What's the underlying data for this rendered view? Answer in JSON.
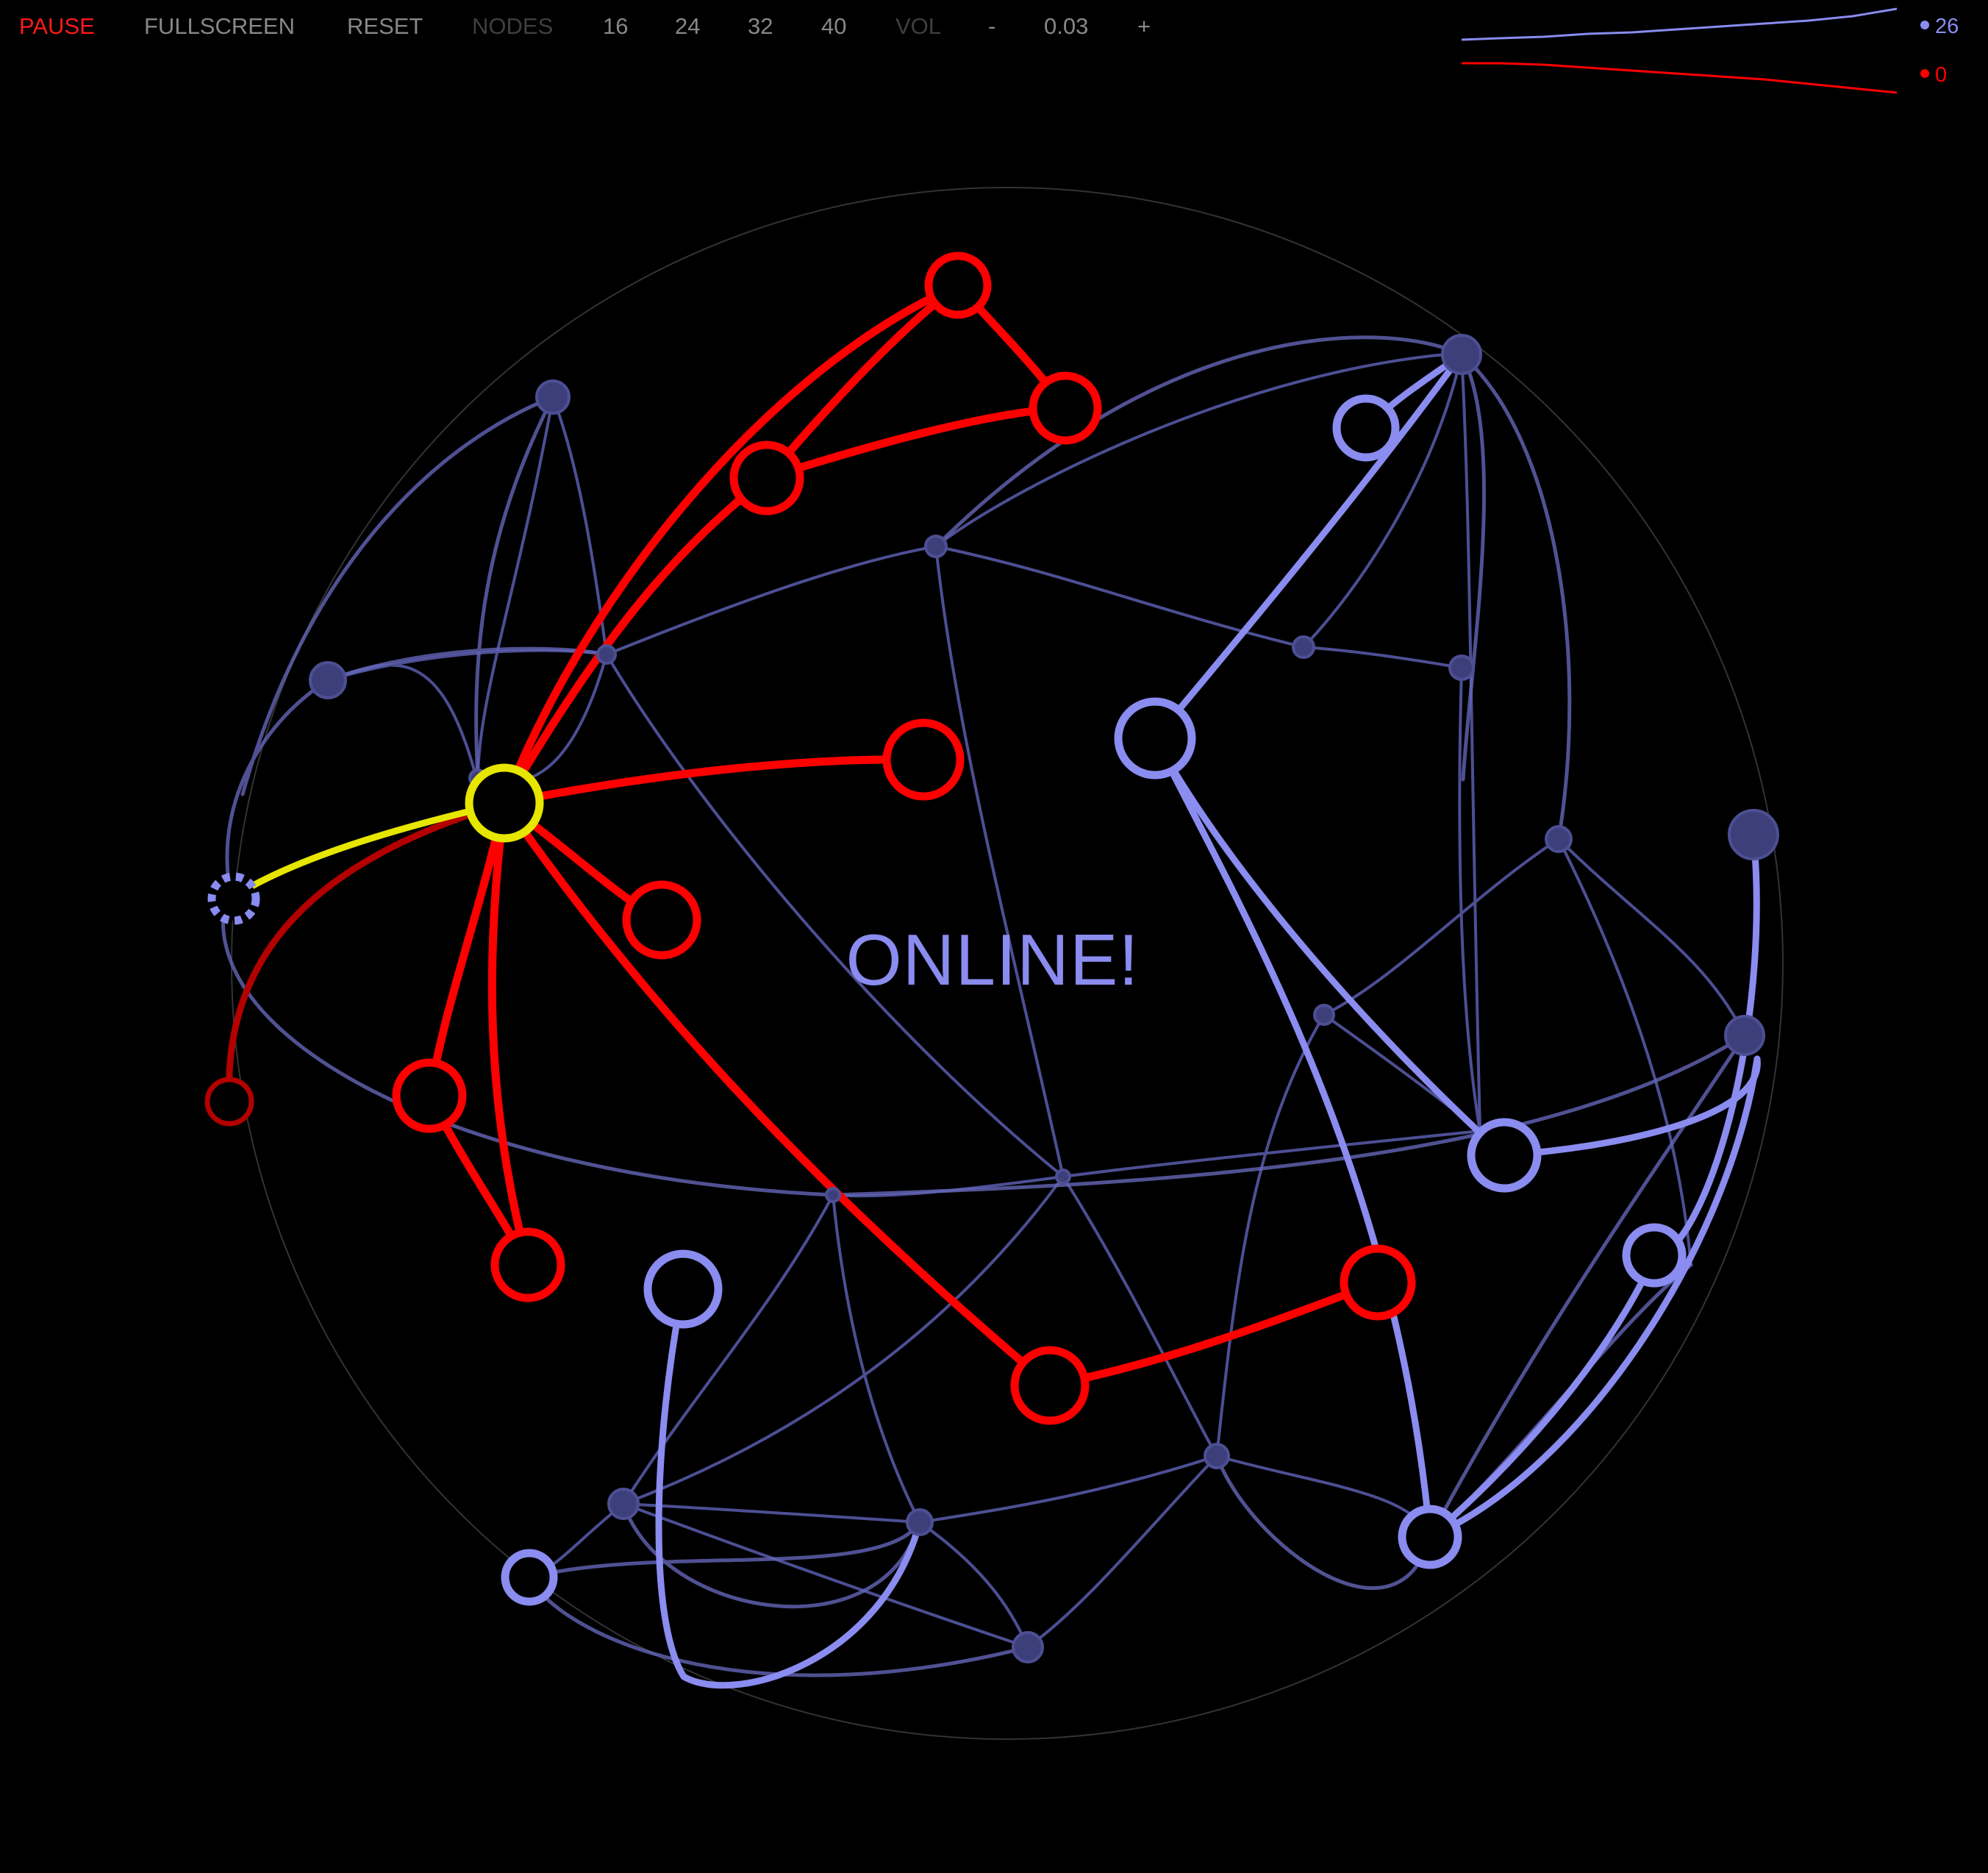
{
  "toolbar": {
    "pause_label": "PAUSE",
    "fullscreen_label": "FULLSCREEN",
    "reset_label": "RESET",
    "nodes_label": "NODES",
    "node_options": [
      "16",
      "24",
      "32",
      "40"
    ],
    "vol_label": "VOL",
    "vol_minus_label": "-",
    "vol_value": "0.03",
    "vol_plus_label": "+"
  },
  "stats": {
    "online_count": "26",
    "offline_count": "0"
  },
  "status": {
    "message": "ONLINE!"
  },
  "colors": {
    "background": "#000000",
    "online": "#8a8cf0",
    "offline": "#ff0000",
    "offline_dark": "#b30000",
    "selected": "#e6e600",
    "faint_edge": "#4a4c8a",
    "sphere_outline": "#333333",
    "toolbar_text": "#888888",
    "toolbar_active": "#ff1a1a",
    "toolbar_dim": "#3f3f3f"
  }
}
